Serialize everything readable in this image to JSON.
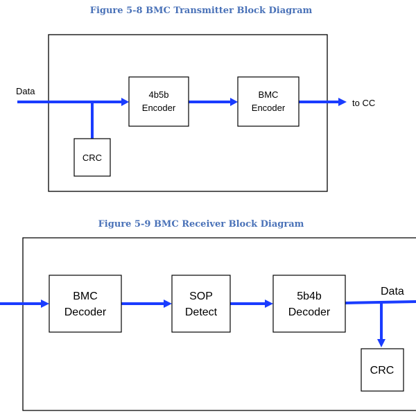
{
  "figures": {
    "transmitter": {
      "caption": "Figure 5-8 BMC Transmitter Block Diagram",
      "input_label": "Data",
      "output_label": "to CC",
      "blocks": {
        "encoder_4b5b": {
          "line1": "4b5b",
          "line2": "Encoder"
        },
        "bmc_encoder": {
          "line1": "BMC",
          "line2": "Encoder"
        },
        "crc": {
          "line1": "CRC"
        }
      }
    },
    "receiver": {
      "caption": "Figure 5-9 BMC Receiver Block Diagram",
      "output_label": "Data",
      "blocks": {
        "bmc_decoder": {
          "line1": "BMC",
          "line2": "Decoder"
        },
        "sop_detect": {
          "line1": "SOP",
          "line2": "Detect"
        },
        "decoder_5b4b": {
          "line1": "5b4b",
          "line2": "Decoder"
        },
        "crc": {
          "line1": "CRC"
        }
      }
    }
  },
  "colors": {
    "signal": "#1a3cff",
    "caption": "#4a72b8"
  }
}
